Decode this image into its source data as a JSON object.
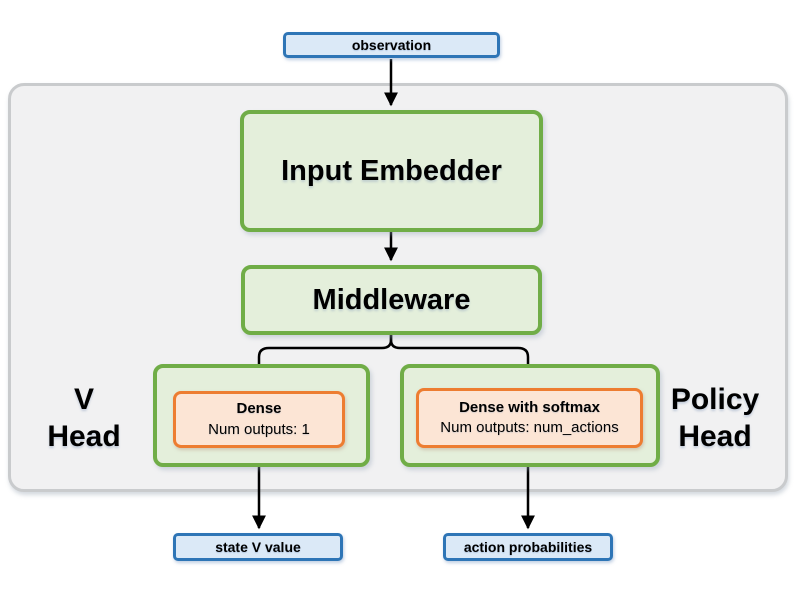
{
  "nodes": {
    "observation": "observation",
    "input_embedder": "Input Embedder",
    "middleware": "Middleware",
    "v_head_label_line1": "V",
    "v_head_label_line2": "Head",
    "policy_head_label_line1": "Policy",
    "policy_head_label_line2": "Head",
    "v_dense": {
      "title": "Dense",
      "subtitle": "Num outputs: 1"
    },
    "policy_dense": {
      "title": "Dense with softmax",
      "subtitle": "Num outputs: num_actions"
    },
    "state_v_value": "state V value",
    "action_probabilities": "action probabilities"
  },
  "colors": {
    "blue_border": "#2e75b6",
    "blue_fill": "#dbe9f7",
    "green_border": "#70ad47",
    "green_fill": "#e4efdb",
    "orange_border": "#ed7d31",
    "orange_fill": "#fce5d5",
    "container_fill": "#f1f1f2",
    "container_border": "#c9cbcd",
    "arrow": "#000000",
    "text": "#000000"
  }
}
